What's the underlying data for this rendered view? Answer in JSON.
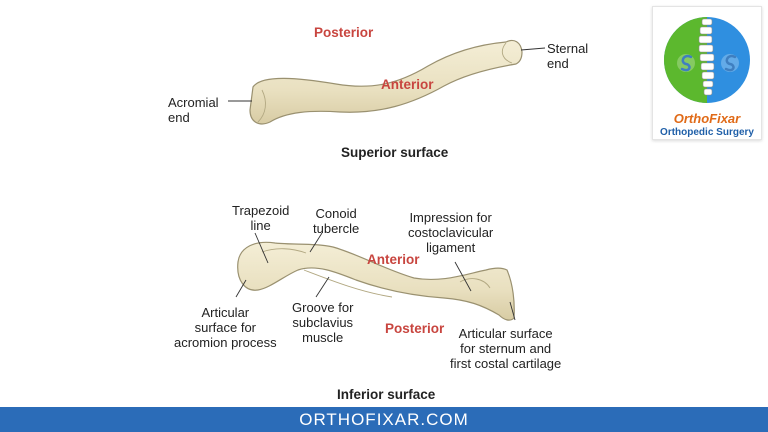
{
  "labels": {
    "posterior_top": "Posterior",
    "anterior_top": "Anterior",
    "sternal_end": "Sternal\nend",
    "acromial_end": "Acromial\nend",
    "superior_surface": "Superior surface",
    "trapezoid_line": "Trapezoid\nline",
    "conoid_tubercle": "Conoid\ntubercle",
    "impression": "Impression for\ncostoclavicular\nligament",
    "anterior_bottom": "Anterior",
    "articular_acromion": "Articular\nsurface for\nacromion process",
    "groove": "Groove for\nsubclavius\nmuscle",
    "posterior_bottom": "Posterior",
    "articular_sternum": "Articular surface\nfor sternum and\nfirst costal cartilage",
    "inferior_surface": "Inferior surface"
  },
  "logo": {
    "title": "OrthoFixar",
    "subtitle": "Orthopedic Surgery"
  },
  "footer": {
    "text": "ORTHOFIXAR.COM"
  },
  "colors": {
    "bone": "#ece4c6",
    "bone_outline": "#9a9170",
    "accent_red": "#c8453f",
    "footer_blue": "#2b6cb8",
    "logo_green": "#5cb82e",
    "logo_blue": "#2f8fe0",
    "logo_orange": "#e06a17"
  }
}
